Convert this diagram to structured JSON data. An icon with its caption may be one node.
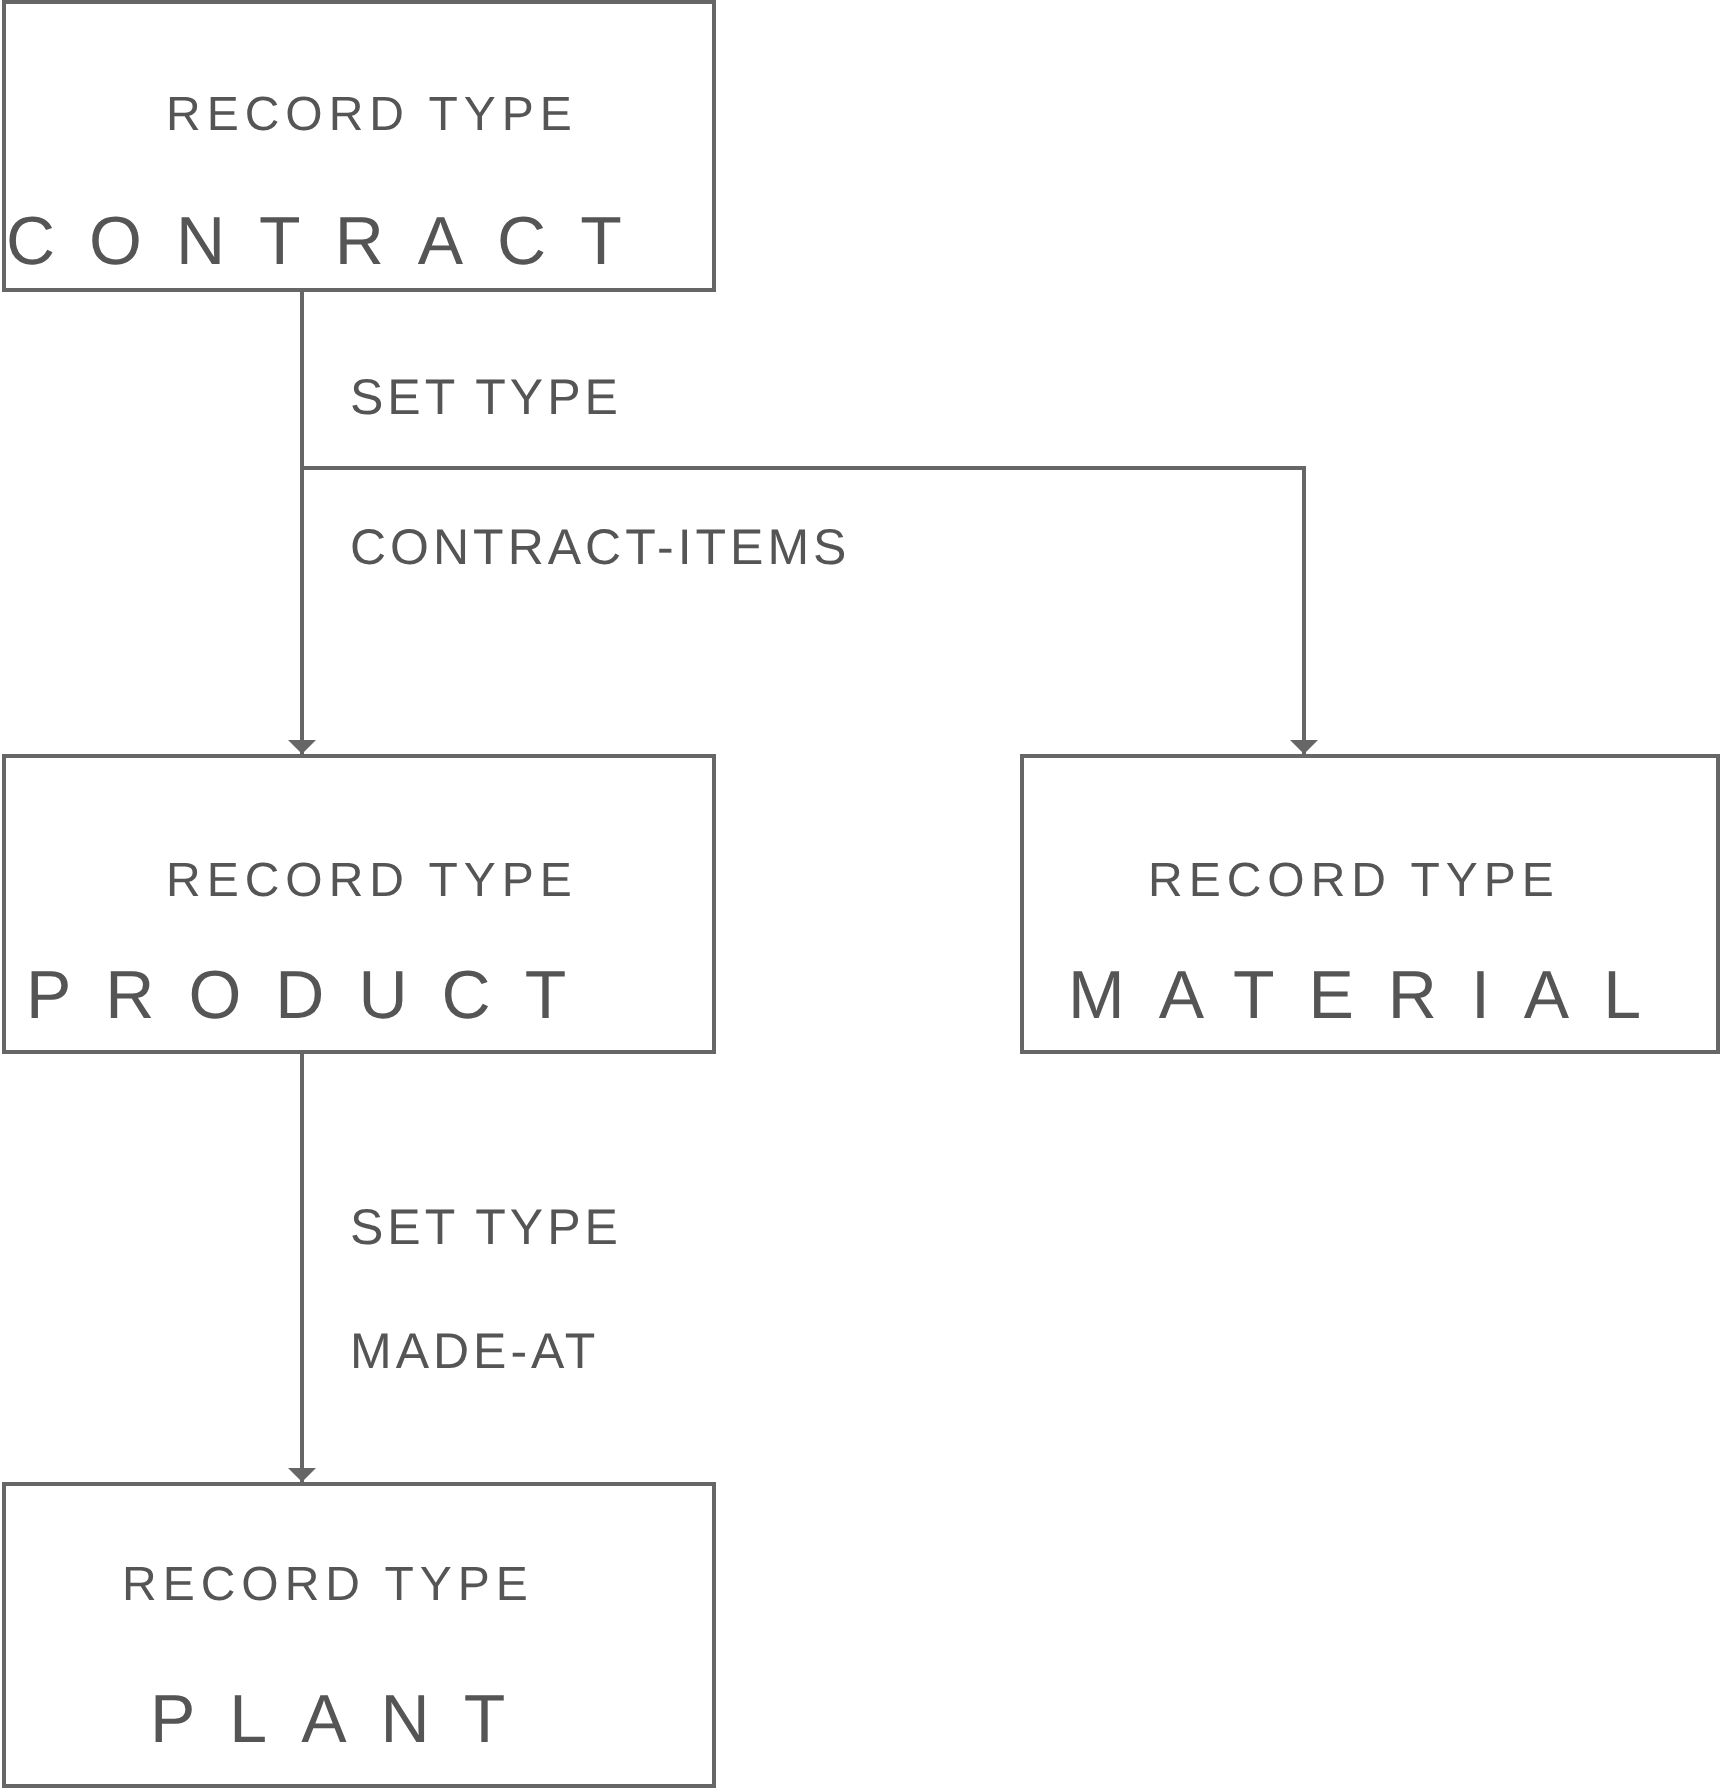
{
  "diagram": {
    "nodes": [
      {
        "text": [
          "RECORD TYPE",
          "CONTRACT"
        ]
      },
      {
        "text": [
          "RECORD TYPE",
          "PRODUCT"
        ]
      },
      {
        "text": [
          "RECORD TYPE",
          "MATERIAL"
        ]
      },
      {
        "text": [
          "RECORD TYPE",
          "PLANT"
        ]
      }
    ],
    "edges": [
      {
        "from": 0,
        "to": 1,
        "arrow": "to"
      },
      {
        "from": 0,
        "to": 2,
        "arrow": "to"
      },
      {
        "from": 1,
        "to": 3,
        "arrow": "to"
      }
    ],
    "labels": [
      "SET TYPE",
      "CONTRACT-ITEMS",
      "SET TYPE",
      "MADE-AT"
    ]
  }
}
